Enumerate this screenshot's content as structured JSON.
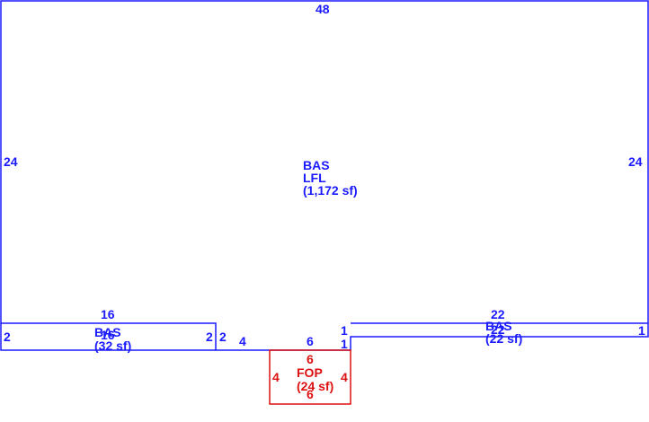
{
  "colors": {
    "main": "#1a1aff",
    "porch": "#dd1111"
  },
  "main_area": {
    "code": "BAS",
    "floor": "LFL",
    "area": "(1,172 sf)",
    "dims": {
      "top": "48",
      "left": "24",
      "right": "24"
    }
  },
  "left_wing": {
    "code": "BAS",
    "area": "(32 sf)",
    "dims": {
      "top": "16",
      "left": "2",
      "right": "2",
      "inner": "16"
    }
  },
  "right_wing": {
    "code": "BAS",
    "area": "(22 sf)",
    "dims": {
      "top": "22",
      "right": "1",
      "inner": "22"
    }
  },
  "connector": {
    "dims": {
      "left_step": "2",
      "run": "4",
      "porch_top": "6",
      "step_upper": "1",
      "step_lower": "1"
    }
  },
  "porch": {
    "code": "FOP",
    "area": "(24 sf)",
    "dims": {
      "top": "6",
      "left": "4",
      "right": "4",
      "bottom": "6"
    }
  }
}
